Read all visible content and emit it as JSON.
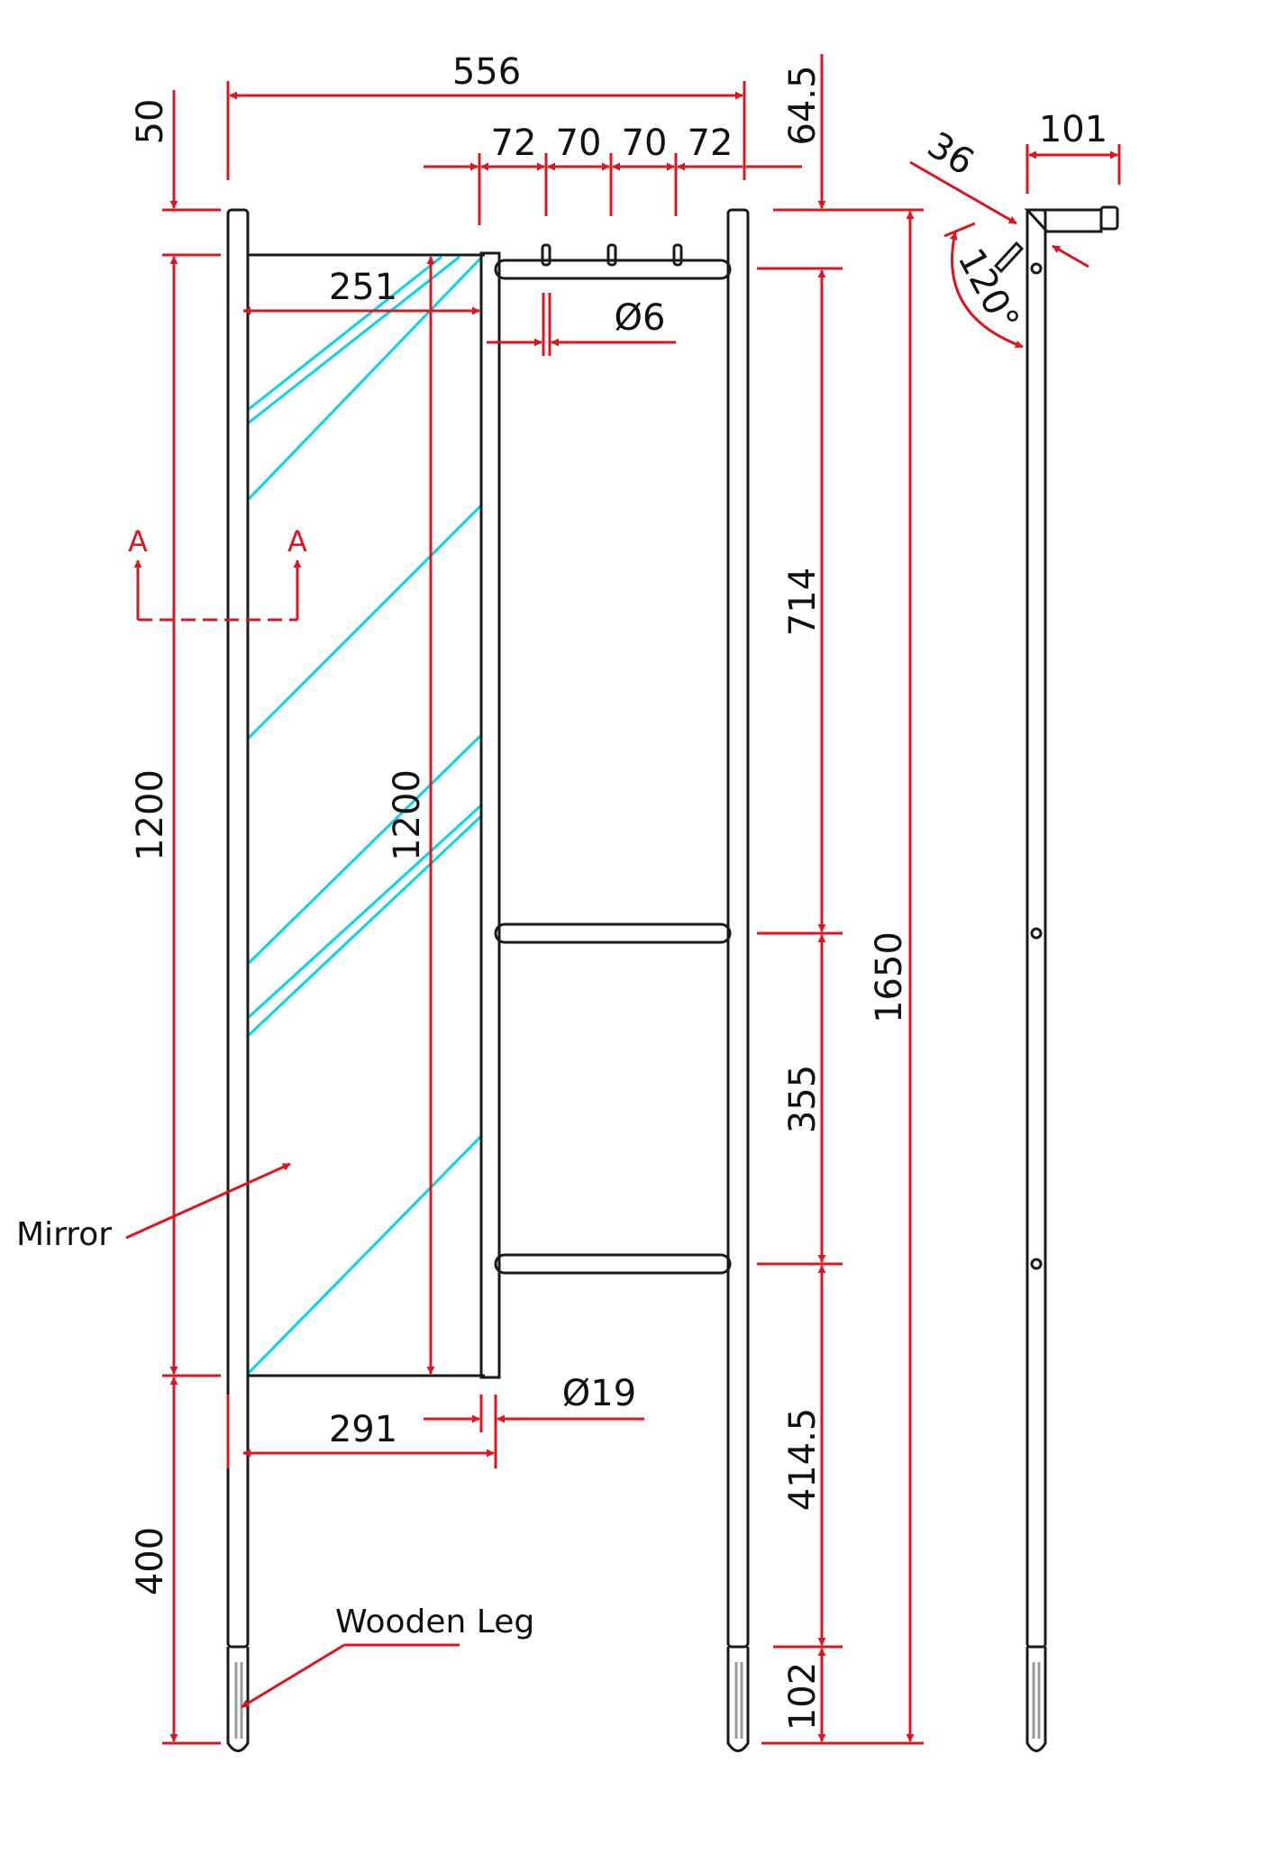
{
  "colors": {
    "dimension_line": "#e0141e",
    "outline": "#1a1a1a",
    "mirror_glass": "#00d8e8"
  },
  "dimensions": {
    "overall_width": "556",
    "top_margin": "50",
    "top_offset_right": "64.5",
    "hook_spacing_1": "72",
    "hook_spacing_2": "70",
    "hook_spacing_3": "70",
    "hook_spacing_4": "72",
    "mirror_width": "251",
    "hook_diameter": "Ø6",
    "mirror_height_left": "1200",
    "mirror_height_inner": "1200",
    "bottom_leg_height": "400",
    "upper_section": "714",
    "middle_section": "355",
    "lower_section": "414.5",
    "wood_leg_length": "102",
    "total_height": "1650",
    "frame_width": "291",
    "tube_diameter": "Ø19",
    "side_depth": "101",
    "side_hook_length": "36",
    "side_angle": "120°"
  },
  "labels": {
    "section_marker_left": "A",
    "section_marker_right": "A",
    "mirror": "Mirror",
    "wooden_leg": "Wooden Leg"
  }
}
